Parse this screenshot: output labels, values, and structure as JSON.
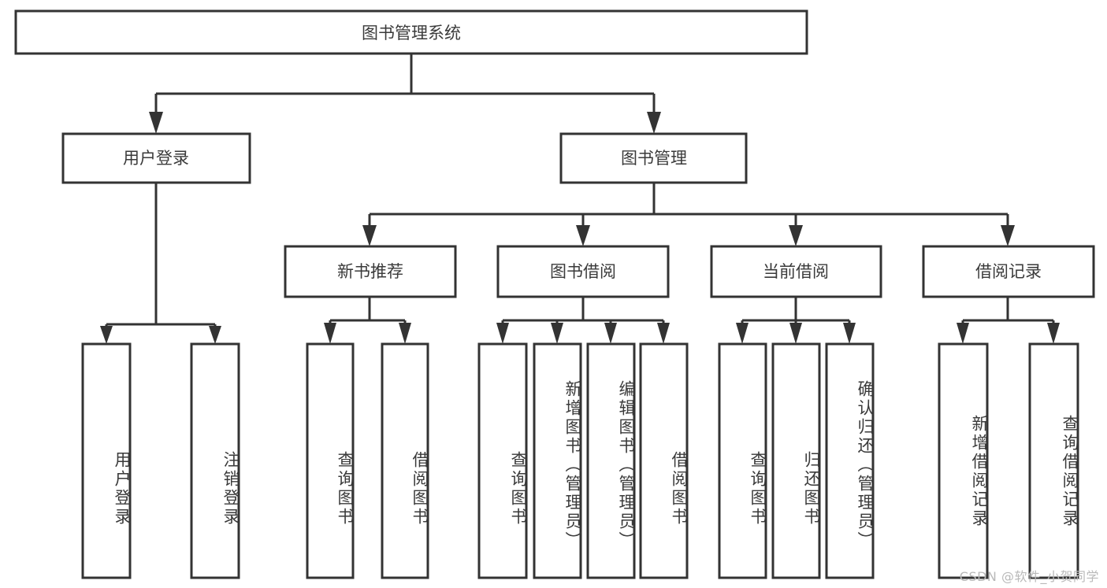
{
  "diagram": {
    "title": "图书管理系统",
    "type": "tree-hierarchy",
    "watermark": "CSDN @软件_小贺同学",
    "colors": {
      "box_stroke": "#333333",
      "box_fill": "#ffffff",
      "text": "#3a3a3a",
      "background": "#ffffff",
      "watermark": "#b9b9b9"
    },
    "root": {
      "id": "root",
      "label": "图书管理系统",
      "orientation": "horizontal"
    },
    "level2": [
      {
        "id": "user-login",
        "label": "用户登录",
        "orientation": "horizontal"
      },
      {
        "id": "book-manage",
        "label": "图书管理",
        "orientation": "horizontal"
      }
    ],
    "level3": [
      {
        "id": "new-book-recommend",
        "label": "新书推荐",
        "orientation": "horizontal",
        "parent": "book-manage"
      },
      {
        "id": "book-borrow",
        "label": "图书借阅",
        "orientation": "horizontal",
        "parent": "book-manage"
      },
      {
        "id": "current-borrow",
        "label": "当前借阅",
        "orientation": "horizontal",
        "parent": "book-manage"
      },
      {
        "id": "borrow-record",
        "label": "借阅记录",
        "orientation": "horizontal",
        "parent": "book-manage"
      }
    ],
    "leaves": [
      {
        "id": "leaf-user-login",
        "label": "用户登录",
        "orientation": "vertical",
        "parent": "user-login"
      },
      {
        "id": "leaf-logout-login",
        "label": "注销登录",
        "orientation": "vertical",
        "parent": "user-login"
      },
      {
        "id": "leaf-query-book-1",
        "label": "查询图书",
        "orientation": "vertical",
        "parent": "new-book-recommend"
      },
      {
        "id": "leaf-borrow-book-1",
        "label": "借阅图书",
        "orientation": "vertical",
        "parent": "new-book-recommend"
      },
      {
        "id": "leaf-query-book-2",
        "label": "查询图书",
        "orientation": "vertical",
        "parent": "book-borrow"
      },
      {
        "id": "leaf-add-book",
        "label": "新增图书（管理员）",
        "orientation": "vertical",
        "parent": "book-borrow"
      },
      {
        "id": "leaf-edit-book",
        "label": "编辑图书（管理员）",
        "orientation": "vertical",
        "parent": "book-borrow"
      },
      {
        "id": "leaf-borrow-book-2",
        "label": "借阅图书",
        "orientation": "vertical",
        "parent": "book-borrow"
      },
      {
        "id": "leaf-query-book-3",
        "label": "查询图书",
        "orientation": "vertical",
        "parent": "current-borrow"
      },
      {
        "id": "leaf-return-book",
        "label": "归还图书",
        "orientation": "vertical",
        "parent": "current-borrow"
      },
      {
        "id": "leaf-confirm-return",
        "label": "确认归还（管理员）",
        "orientation": "vertical",
        "parent": "current-borrow"
      },
      {
        "id": "leaf-add-record",
        "label": "新增借阅记录",
        "orientation": "vertical",
        "parent": "borrow-record"
      },
      {
        "id": "leaf-query-record",
        "label": "查询借阅记录",
        "orientation": "vertical",
        "parent": "borrow-record"
      }
    ]
  }
}
